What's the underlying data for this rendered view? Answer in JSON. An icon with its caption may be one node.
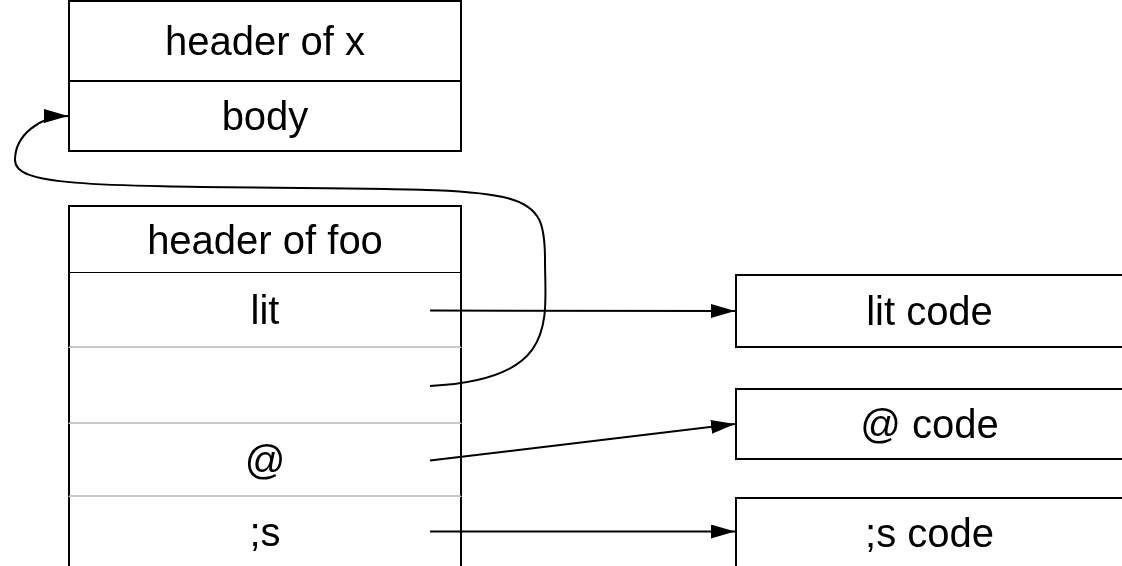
{
  "diagram": {
    "nodes": [
      {
        "text": [
          "header of x"
        ]
      },
      {
        "text": [
          "body"
        ]
      },
      {
        "text": [
          "header of foo"
        ]
      },
      {
        "text": [
          "lit"
        ]
      },
      {
        "text": [],
        "shape": "box"
      },
      {
        "text": [
          "@"
        ]
      },
      {
        "text": [
          ";s"
        ]
      },
      {
        "text": [
          "lit code"
        ]
      },
      {
        "text": [
          "@ code"
        ]
      },
      {
        "text": [
          ";s code"
        ]
      }
    ],
    "edges": [
      {
        "from": 3,
        "to": 7,
        "arrow": "to"
      },
      {
        "from": 4,
        "to": 1,
        "arrow": "to"
      },
      {
        "from": 5,
        "to": 8,
        "arrow": "to"
      },
      {
        "from": 6,
        "to": 9,
        "arrow": "to"
      }
    ]
  }
}
